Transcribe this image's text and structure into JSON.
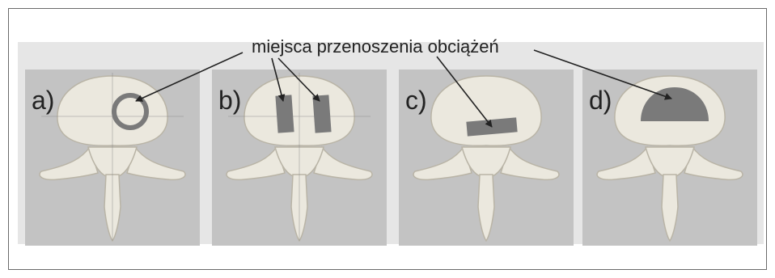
{
  "figure": {
    "caption": "miejsca przenoszenia obciążeń",
    "panels": [
      {
        "id": "a",
        "label": "a)",
        "marker_shape": "ring"
      },
      {
        "id": "b",
        "label": "b)",
        "marker_shape": "two-rectangles"
      },
      {
        "id": "c",
        "label": "c)",
        "marker_shape": "tilted-rectangle"
      },
      {
        "id": "d",
        "label": "d)",
        "marker_shape": "semicircle"
      }
    ],
    "colors": {
      "marker": "#7a7a7a",
      "bone": "#ebe8de",
      "background": "#c3c3c3"
    }
  }
}
